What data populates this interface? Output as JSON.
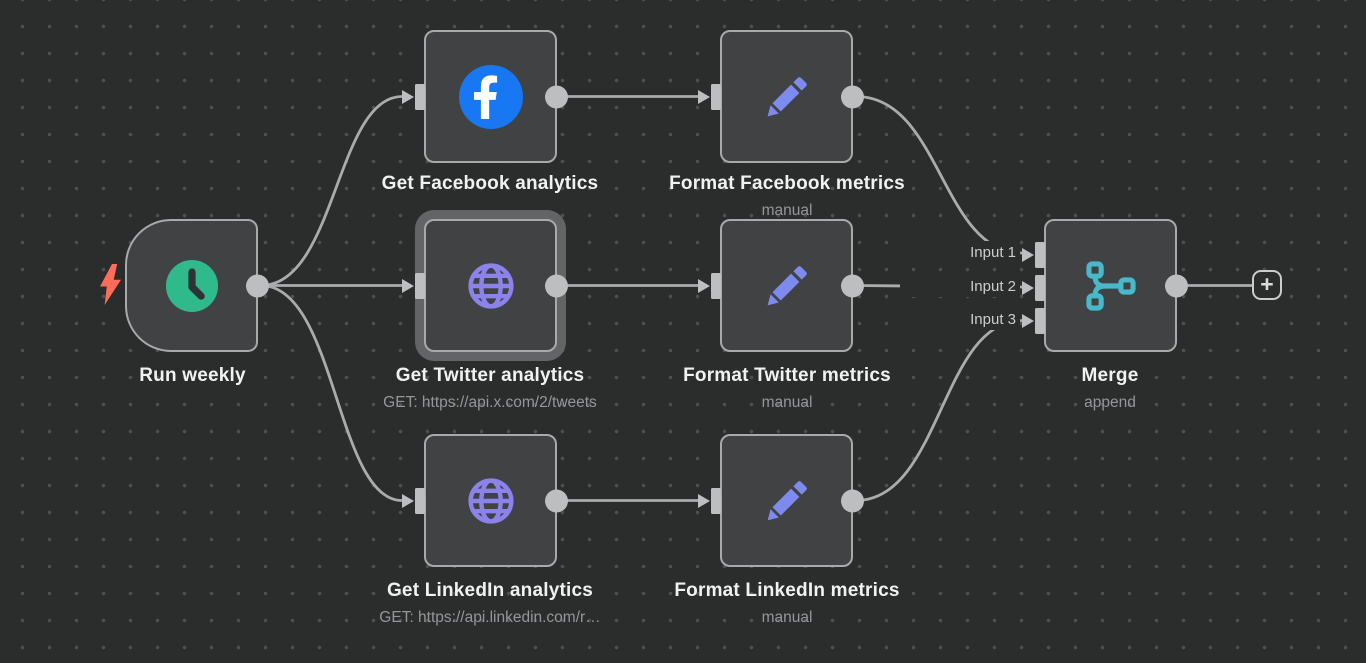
{
  "nodes": {
    "trigger": {
      "title": "Run weekly",
      "icon": "clock-icon",
      "accent": "#30ba8c"
    },
    "get_facebook": {
      "title": "Get Facebook analytics",
      "icon": "facebook-icon",
      "accent": "#1877f2"
    },
    "get_twitter": {
      "title": "Get Twitter analytics",
      "subtitle": "GET: https://api.x.com/2/tweets",
      "icon": "globe-icon",
      "accent": "#8b82ea",
      "selected": true
    },
    "get_linkedin": {
      "title": "Get LinkedIn analytics",
      "subtitle": "GET: https://api.linkedin.com/r…",
      "icon": "globe-icon",
      "accent": "#8b82ea"
    },
    "format_facebook": {
      "title": "Format Facebook metrics",
      "subtitle": "manual",
      "icon": "pencil-icon",
      "accent": "#7e8bee"
    },
    "format_twitter": {
      "title": "Format Twitter metrics",
      "subtitle": "manual",
      "icon": "pencil-icon",
      "accent": "#7e8bee"
    },
    "format_linkedin": {
      "title": "Format LinkedIn metrics",
      "subtitle": "manual",
      "icon": "pencil-icon",
      "accent": "#7e8bee"
    },
    "merge": {
      "title": "Merge",
      "subtitle": "append",
      "icon": "merge-icon",
      "accent": "#49b8c9",
      "inputs": [
        "Input 1",
        "Input 2",
        "Input 3"
      ]
    }
  },
  "add_node_button": {
    "label": "+"
  },
  "colors": {
    "canvas_background": "#2b2c2c",
    "node_fill": "#414244",
    "node_border": "#a7a9ab",
    "edge": "#a9abad",
    "selection_halo": "#626466",
    "trigger_bolt": "#ff6d5a",
    "title_text": "#f0f1f2",
    "subtitle_text": "#94979a"
  }
}
